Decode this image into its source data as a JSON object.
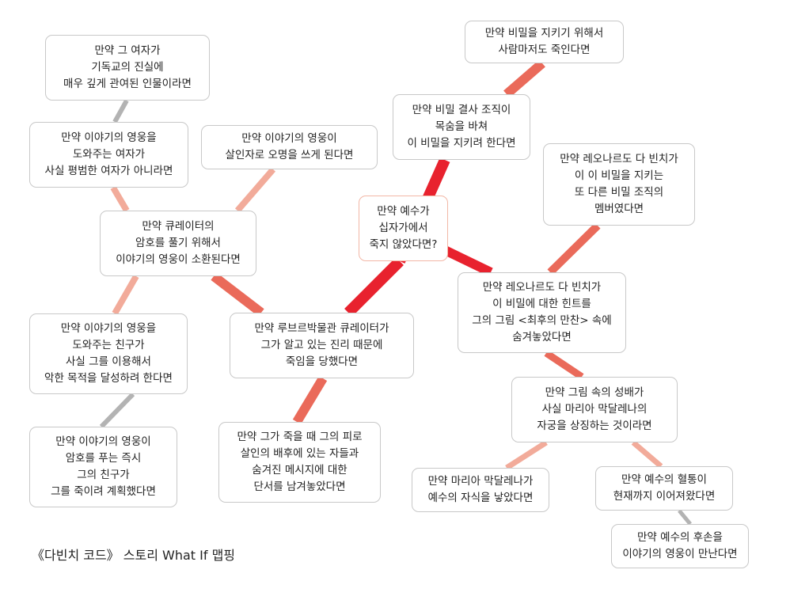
{
  "caption": "《다빈치 코드》 스토리 What If 맵핑",
  "colors": {
    "deep": "#e8222e",
    "mid": "#ea6a5a",
    "light": "#f2ab9a",
    "gray": "#b3b3b3"
  },
  "nodes": {
    "center": "만약 예수가\n십자가에서\n죽지 않았다면?",
    "secret_kill": "만약 비밀을 지키기 위해서\n사람마저도 죽인다면",
    "society": "만약 비밀 결사 조직이\n목숨을 바쳐\n이 비밀을 지키려 한다면",
    "leo_member": "만약 레오나르도 다 빈치가\n이 이 비밀을 지키는\n또 다른 비밀 조직의\n멤버였다면",
    "leo_hint": "만약 레오나르도 다 빈치가\n이 비밀에 대한 힌트를\n그의 그림 <최후의 만찬> 속에\n숨겨놓았다면",
    "grail": "만약 그림 속의 성배가\n사실 마리아 막달레나의\n자궁을 상징하는 것이라면",
    "mary_child": "만약 마리아 막달레나가\n예수의 자식을 낳았다면",
    "bloodline": "만약 예수의 혈통이\n현재까지 이어져왔다면",
    "descendant": "만약 예수의 후손을\n이야기의 영웅이 만난다면",
    "louvre": "만약 루브르박물관 큐레이터가\n그가 알고 있는 진리 때문에\n죽임을 당했다면",
    "blood_message": "만약 그가 죽을 때 그의 피로\n살인의 배후에 있는 자들과\n숨겨진 메시지에 대한\n단서를 남겨놓았다면",
    "curator_code": "만약 큐레이터의\n암호를 풀기 위해서\n이야기의 영웅이 소환된다면",
    "hero_framed": "만약 이야기의 영웅이\n살인자로 오명을 쓰게 된다면",
    "helper_woman": "만약 이야기의 영웅을\n도와주는 여자가\n사실 평범한 여자가 아니라면",
    "christian_woman": "만약 그 여자가\n기독교의 진실에\n매우 깊게 관여된 인물이라면",
    "helper_friend": "만약 이야기의 영웅을\n도와주는 친구가\n사실 그를 이용해서\n악한 목적을 달성하려 한다면",
    "friend_kill": "만약 이야기의 영웅이\n암호를 푸는 즉시\n그의 친구가\n그를 죽이려 계획했다면"
  }
}
